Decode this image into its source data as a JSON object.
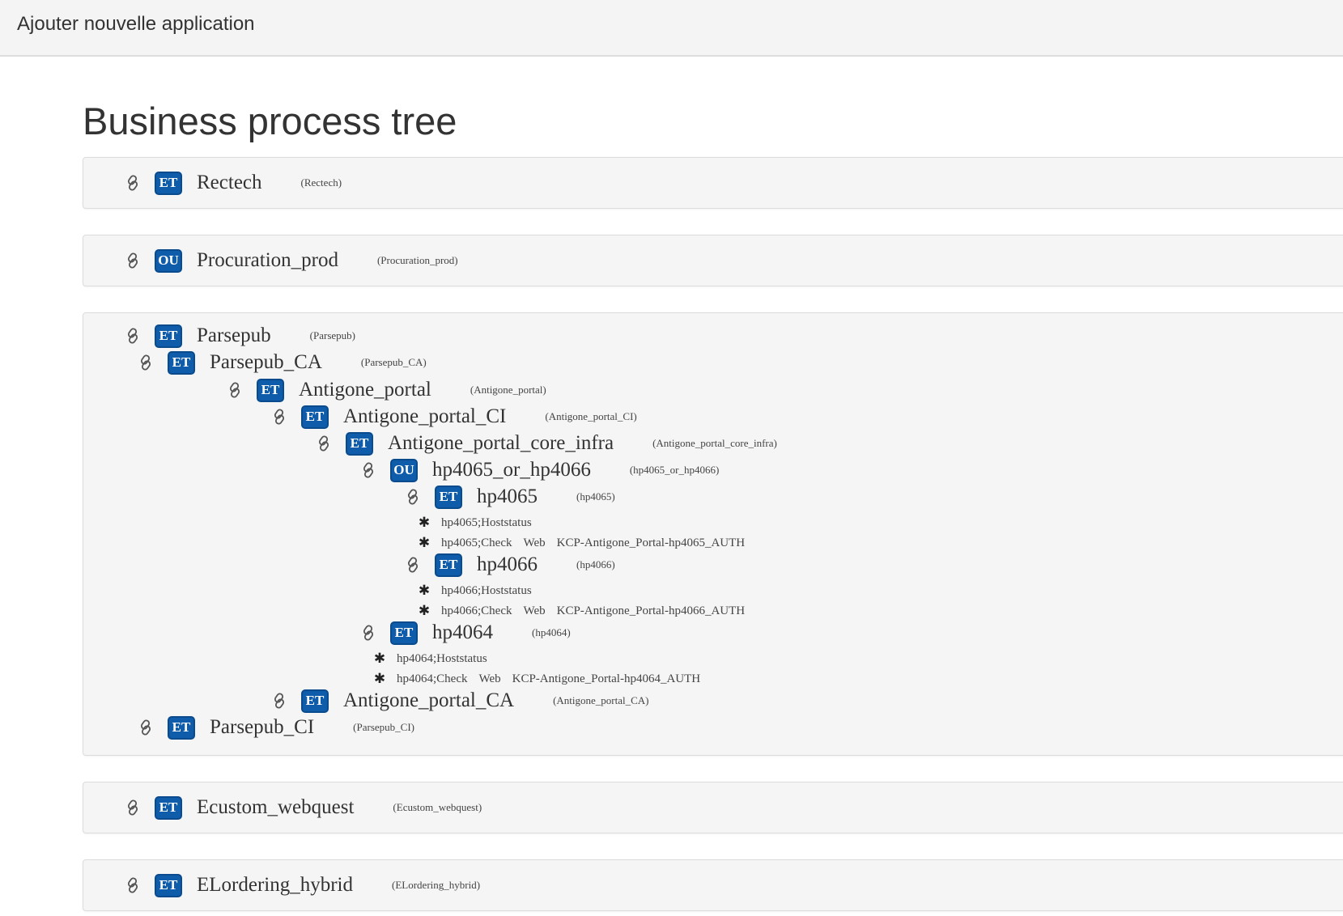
{
  "topbar": {
    "add_label": "Ajouter nouvelle application"
  },
  "title": "Business process tree",
  "badges": {
    "et": "ET",
    "ou": "OU"
  },
  "colors": {
    "badge": "#0f5cab",
    "panel": "#f5f5f5"
  },
  "icons": {
    "link": "link-icon",
    "service": "gear-icon"
  },
  "nodes": {
    "rectech": {
      "badge": "ET",
      "name": "Rectech",
      "key": "(Rectech)"
    },
    "procuration_prod": {
      "badge": "OU",
      "name": "Procuration_prod",
      "key": "(Procuration_prod)"
    },
    "parsepub": {
      "badge": "ET",
      "name": "Parsepub",
      "key": "(Parsepub)"
    },
    "parsepub_ca": {
      "badge": "ET",
      "name": "Parsepub_CA",
      "key": "(Parsepub_CA)"
    },
    "antigone_portal": {
      "badge": "ET",
      "name": "Antigone_portal",
      "key": "(Antigone_portal)"
    },
    "antigone_portal_ci": {
      "badge": "ET",
      "name": "Antigone_portal_CI",
      "key": "(Antigone_portal_CI)"
    },
    "antigone_portal_core_infra": {
      "badge": "ET",
      "name": "Antigone_portal_core_infra",
      "key": "(Antigone_portal_core_infra)"
    },
    "hp4065_or_hp4066": {
      "badge": "OU",
      "name": "hp4065_or_hp4066",
      "key": "(hp4065_or_hp4066)"
    },
    "hp4065": {
      "badge": "ET",
      "name": "hp4065",
      "key": "(hp4065)"
    },
    "hp4066": {
      "badge": "ET",
      "name": "hp4066",
      "key": "(hp4066)"
    },
    "hp4064": {
      "badge": "ET",
      "name": "hp4064",
      "key": "(hp4064)"
    },
    "antigone_portal_ca": {
      "badge": "ET",
      "name": "Antigone_portal_CA",
      "key": "(Antigone_portal_CA)"
    },
    "parsepub_ci": {
      "badge": "ET",
      "name": "Parsepub_CI",
      "key": "(Parsepub_CI)"
    },
    "ecustom_webquest": {
      "badge": "ET",
      "name": "Ecustom_webquest",
      "key": "(Ecustom_webquest)"
    },
    "elordering_hybrid": {
      "badge": "ET",
      "name": "ELordering_hybrid",
      "key": "(ELordering_hybrid)"
    }
  },
  "services": {
    "hp4065_host": {
      "a": "hp4065;Hoststatus"
    },
    "hp4065_check": {
      "a": "hp4065;Check",
      "b": "Web",
      "c": "KCP-Antigone_Portal-hp4065_AUTH"
    },
    "hp4066_host": {
      "a": "hp4066;Hoststatus"
    },
    "hp4066_check": {
      "a": "hp4066;Check",
      "b": "Web",
      "c": "KCP-Antigone_Portal-hp4066_AUTH"
    },
    "hp4064_host": {
      "a": "hp4064;Hoststatus"
    },
    "hp4064_check": {
      "a": "hp4064;Check",
      "b": "Web",
      "c": "KCP-Antigone_Portal-hp4064_AUTH"
    }
  }
}
